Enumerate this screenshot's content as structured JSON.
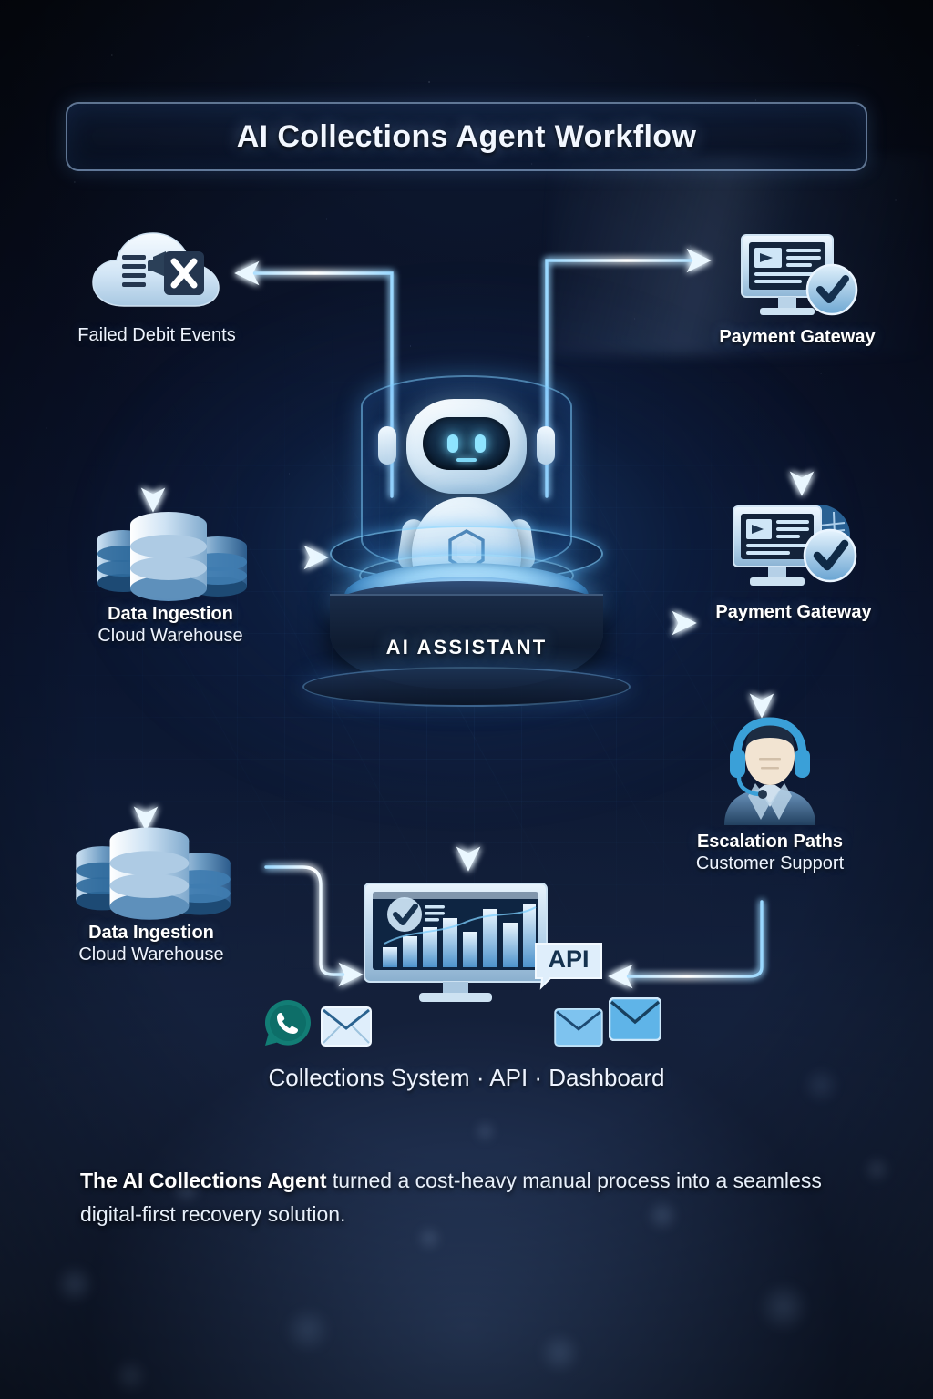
{
  "title": "AI Collections Agent Workflow",
  "hub": {
    "label": "AI ASSISTANT",
    "icon": "robot-icon"
  },
  "nodes": [
    {
      "id": "failed-debit-events",
      "icon": "cloud-document-error-icon",
      "title": "Failed Debit Events",
      "subtitle": ""
    },
    {
      "id": "payment-gateway-top",
      "icon": "monitor-check-icon",
      "title": "Payment Gateway",
      "subtitle": ""
    },
    {
      "id": "data-ingestion-upper",
      "icon": "database-stack-icon",
      "title": "Data Ingestion",
      "subtitle": "Cloud Warehouse"
    },
    {
      "id": "payment-gateway-middle",
      "icon": "monitor-check-icon",
      "title": "Payment Gateway",
      "subtitle": ""
    },
    {
      "id": "escalation-paths",
      "icon": "headset-agent-icon",
      "title": "Escalation Paths",
      "subtitle": "Customer Support"
    },
    {
      "id": "data-ingestion-lower",
      "icon": "database-stack-icon",
      "title": "Data Ingestion",
      "subtitle": "Cloud Warehouse"
    },
    {
      "id": "collections-system",
      "icon": "dashboard-monitor-icon",
      "title": "Collections System · API · Dashboard",
      "subtitle": ""
    }
  ],
  "dashboard": {
    "api_badge": "API",
    "chart_bars": [
      26,
      44,
      58,
      72,
      52,
      86,
      64,
      92
    ],
    "channels": [
      {
        "id": "whatsapp",
        "icon": "whatsapp-icon"
      },
      {
        "id": "email-left",
        "icon": "email-icon"
      },
      {
        "id": "email-right",
        "icon": "email-icon"
      },
      {
        "id": "email-far-right",
        "icon": "email-icon"
      }
    ]
  },
  "footer": {
    "bold_lead": "The AI Collections Agent",
    "rest": " turned a cost-heavy manual process into a seamless digital-first recovery solution."
  },
  "colors": {
    "background_deep": "#070b16",
    "background_lower": "#2a3d60",
    "accent_glow": "#6fd8ff",
    "connector": "#bfe6ff",
    "text_primary": "#ffffff",
    "title_border": "#a8c8f0"
  }
}
